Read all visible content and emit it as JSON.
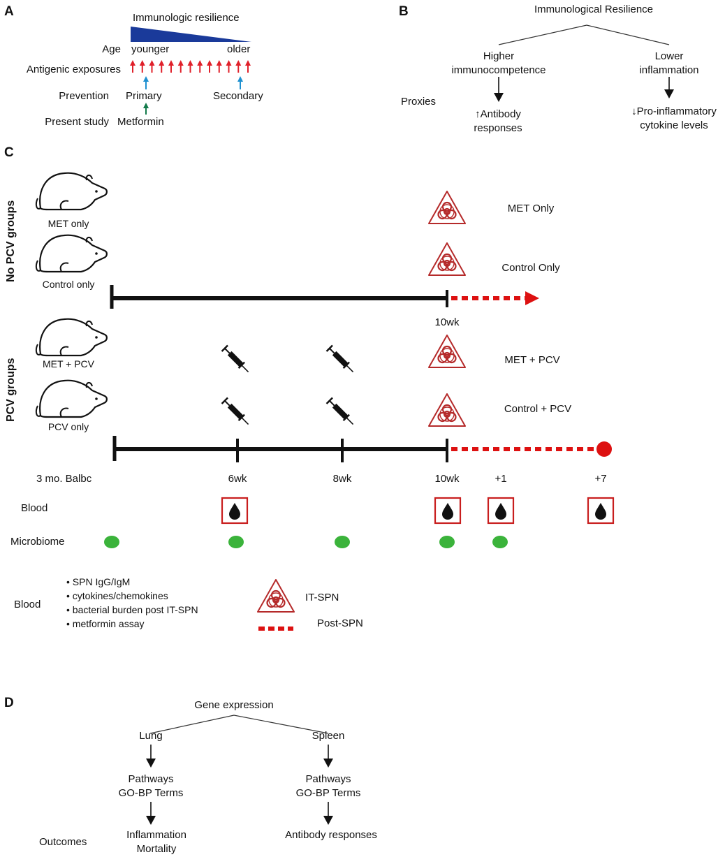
{
  "panels": {
    "a": {
      "letter": "A",
      "title": "Immunologic resilience",
      "row_labels": {
        "age": "Age",
        "antigenic": "Antigenic exposures",
        "prevention": "Prevention",
        "present": "Present study"
      },
      "age_young": "younger",
      "age_old": "older",
      "prevention_primary": "Primary",
      "prevention_secondary": "Secondary",
      "present_study": "Metformin",
      "colors": {
        "wedge": "#1a3a9a",
        "exposure_arrow": "#e0202a",
        "prevention_arrow": "#1e90d0",
        "metformin_arrow": "#127a4a"
      }
    },
    "b": {
      "letter": "B",
      "title": "Immunological Resilience",
      "proxies": "Proxies",
      "left_line1": "Higher",
      "left_line2": "immunocompetence",
      "right_line1": "Lower",
      "right_line2": "inflammation",
      "left_out1": "↑Antibody",
      "left_out2": "responses",
      "right_out1": "↓Pro-inflammatory",
      "right_out2": "cytokine levels"
    },
    "c": {
      "letter": "C",
      "group_no_pcv": "No PCV groups",
      "group_pcv": "PCV groups",
      "mice": [
        "MET only",
        "Control only",
        "MET + PCV",
        "PCV only"
      ],
      "challenge_labels": [
        "MET Only",
        "Control Only",
        "MET + PCV",
        "Control + PCV"
      ],
      "timeline_top_tick": "10wk",
      "start_label": "3 mo. Balbc",
      "ticks": [
        "6wk",
        "8wk",
        "10wk",
        "+1",
        "+7"
      ],
      "row_blood": "Blood",
      "row_microbiome": "Microbiome",
      "legend_blood_title": "Blood",
      "legend_items": [
        "SPN IgG/IgM",
        "cytokines/chemokines",
        "bacterial burden post IT-SPN",
        "metformin assay"
      ],
      "legend_itspn": "IT-SPN",
      "legend_post": "Post-SPN",
      "colors": {
        "hazard": "#b52a2a",
        "dotted": "#dd1111",
        "microbiome": "#3bb33b",
        "blood_box": "#c81e1e"
      }
    },
    "d": {
      "letter": "D",
      "title": "Gene expression",
      "lung": "Lung",
      "spleen": "Spleen",
      "pathways": "Pathways",
      "goterms": "GO-BP Terms",
      "outcomes": "Outcomes",
      "lung_out1": "Inflammation",
      "lung_out2": "Mortality",
      "spleen_out": "Antibody responses"
    }
  }
}
